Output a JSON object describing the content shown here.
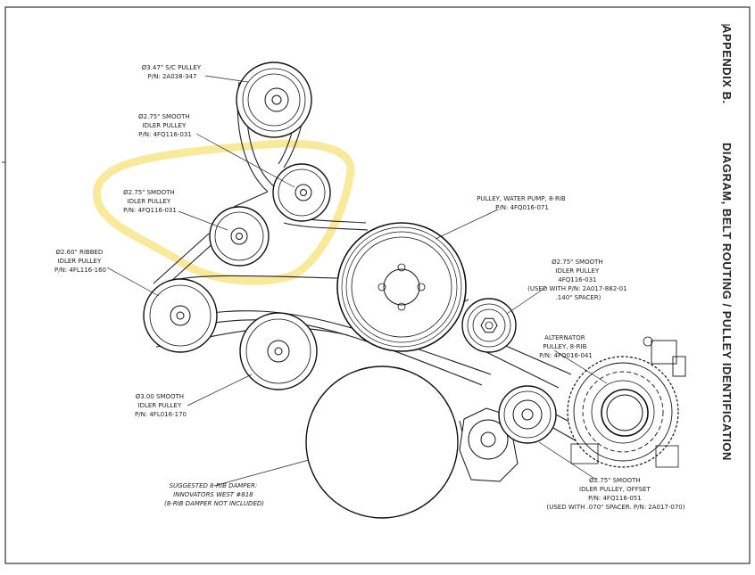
{
  "side_heading": {
    "appendix": "APPENDIX B.",
    "title": "DIAGRAM, BELT ROUTING / PULLEY IDENTIFICATION"
  },
  "labels": {
    "sc_pulley": [
      "Ø3.47\" S/C PULLEY",
      "P/N: 2A038-347"
    ],
    "idler_top": [
      "Ø2.75\" SMOOTH",
      "IDLER PULLEY",
      "P/N: 4FQ116-031"
    ],
    "idler_left": [
      "Ø2.75\" SMOOTH",
      "IDLER PULLEY",
      "P/N: 4FQ116-031"
    ],
    "ribbed_idler": [
      "Ø2.60\" RIBBED",
      "IDLER PULLEY",
      "P/N: 4FL116-160"
    ],
    "water_pump": [
      "PULLEY, WATER PUMP, 8-RIB",
      "P/N: 4FQ016-071"
    ],
    "idler_spacer": [
      "Ø2.75\" SMOOTH",
      "IDLER PULLEY",
      "4FQ116-031",
      "(USED WITH P/N: 2A017-882-01",
      ".140\" SPACER)"
    ],
    "alternator": [
      "ALTERNATOR",
      "PULLEY, 8-RIB",
      "P/N: 4FQ016-041"
    ],
    "idler_300": [
      "Ø3.00 SMOOTH",
      "IDLER PULLEY",
      "P/N: 4FL016-170"
    ],
    "damper": [
      "SUGGESTED 8-RIB DAMPER:",
      "INNOVATORS WEST #818",
      "(8-RIB DAMPER NOT INCLUDED)"
    ],
    "idler_offset": [
      "Ø2.75\" SMOOTH",
      "IDLER PULLEY, OFFSET",
      "P/N: 4FQ116-051",
      "(USED WITH .070\" SPACER. P/N: 2A017-070)"
    ]
  },
  "colors": {
    "highlight": "#f7e58a",
    "ink": "#222222",
    "border": "#333333"
  }
}
